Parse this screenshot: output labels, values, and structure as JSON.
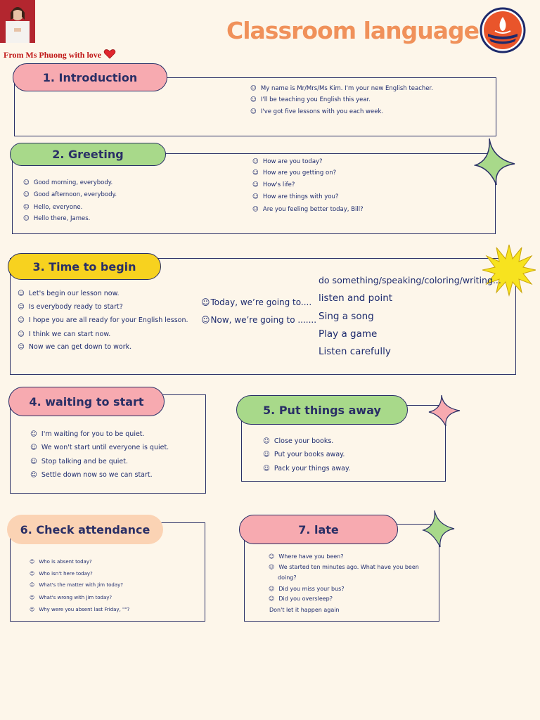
{
  "header": {
    "title": "Classroom language",
    "from_label": "From Ms Phuong with love"
  },
  "colors": {
    "pink": "#f7aab0",
    "green": "#a8d98a",
    "yellow": "#f7d21f",
    "peach": "#fbd3b4",
    "title_orange": "#f0915a",
    "navy": "#1e2b6e"
  },
  "bullet": "☺",
  "sections": [
    {
      "heading": "1. Introduction",
      "lines": [
        "My name is Mr/Mrs/Ms Kim. I'm your new English teacher.",
        "I'll be teaching you English this year.",
        "I've got five lessons with you each week."
      ]
    },
    {
      "heading": "2. Greeting",
      "left": [
        "Good morning, everybody.",
        "Good afternoon, everybody.",
        "Hello, everyone.",
        "Hello there, James."
      ],
      "right": [
        "How are you today?",
        "How are you getting on?",
        "How's life?",
        "How are things with you?",
        "Are you feeling better today, Bill?"
      ]
    },
    {
      "heading": "3. Time to begin",
      "left": [
        "Let's begin our lesson now.",
        "Is everybody ready to start?",
        "I hope you are all ready for your English lesson.",
        "I think we can start now.",
        "Now we can get down to work."
      ],
      "middle": [
        "Today, we’re going to....",
        "Now, we’re going to ......."
      ],
      "right": [
        "do something/speaking/coloring/writing...",
        "listen and point",
        "Sing a song",
        "Play a game",
        "Listen carefully"
      ]
    },
    {
      "heading": "4. waiting to start",
      "lines": [
        "I'm waiting for you to be quiet.",
        "We won't start until everyone is quiet.",
        "Stop talking and be quiet.",
        "Settle down now so we can start."
      ]
    },
    {
      "heading": "5. Put things away",
      "lines": [
        "Close your books.",
        "Put your books away.",
        "Pack your things away."
      ]
    },
    {
      "heading": "6. Check attendance",
      "lines": [
        "Who is absent today?",
        "Who isn't here today?",
        "What's the matter with Jim today?",
        "What's wrong with Jim today?",
        "Why were you absent last Friday, \"\"?"
      ]
    },
    {
      "heading": "7. late",
      "lines": [
        "Where have you been?",
        "We started ten minutes ago. What have you been",
        "doing?",
        "Did you miss your bus?",
        "Did you oversleep?"
      ],
      "footer": "Don't let it happen again"
    }
  ]
}
